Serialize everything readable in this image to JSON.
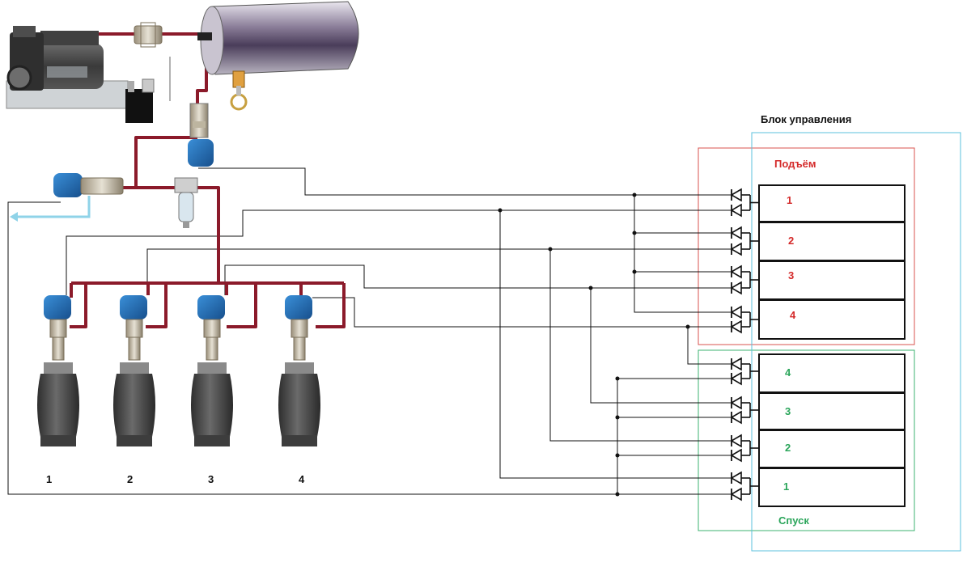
{
  "control_block": {
    "title": "Блок управления",
    "raise": {
      "title": "Подъём",
      "channels": [
        "1",
        "2",
        "3",
        "4"
      ]
    },
    "lower": {
      "title": "Спуск",
      "channels": [
        "4",
        "3",
        "2",
        "1"
      ]
    }
  },
  "bellows": {
    "labels": [
      "1",
      "2",
      "3",
      "4"
    ]
  },
  "colors": {
    "pipe": "#8b1a2a",
    "wire": "#111111",
    "raise_frame": "#d9534f",
    "lower_frame": "#3cb371",
    "block_frame": "#5bc0de",
    "raise_text": "#d42a2a",
    "lower_text": "#2aa55a",
    "exhaust_arrow": "#8fd3e8",
    "valve_coil": "#1f6fb5",
    "bellow_rubber": "#4a4a4a"
  },
  "icons": [
    "compressor-icon",
    "pressure-switch-icon",
    "check-valve-icon",
    "receiver-tank-icon",
    "drain-valve-icon",
    "main-solenoid-icon",
    "exhaust-solenoid-icon",
    "water-separator-icon",
    "solenoid-valve-icon",
    "air-bellow-icon",
    "diode-icon"
  ]
}
